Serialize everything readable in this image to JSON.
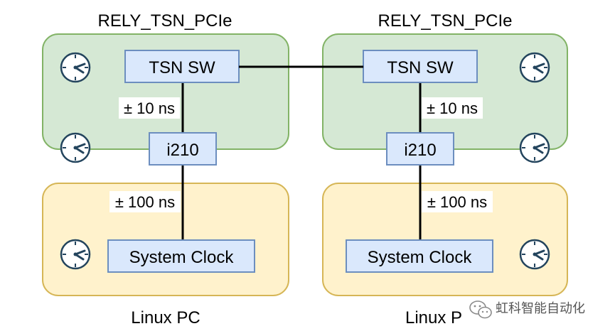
{
  "colors": {
    "green_fill": "#d5e8d4",
    "green_stroke": "#82b366",
    "yellow_fill": "#fff2cc",
    "yellow_stroke": "#d6b656",
    "box_fill": "#dae8fc",
    "box_stroke": "#6c8ebf",
    "clock_color": "#23445d"
  },
  "left": {
    "card_title": "RELY_TSN_PCIe",
    "switch_label": "TSN SW",
    "nic_label": "i210",
    "switch_nic_latency": "± 10 ns",
    "nic_clock_latency": "± 100 ns",
    "system_clock_label": "System Clock",
    "pc_label": "Linux PC"
  },
  "right": {
    "card_title": "RELY_TSN_PCIe",
    "switch_label": "TSN SW",
    "nic_label": "i210",
    "switch_nic_latency": "± 10 ns",
    "nic_clock_latency": "± 100 ns",
    "system_clock_label": "System Clock",
    "pc_label": "Linux P"
  },
  "watermark": {
    "text": "虹科智能自动化",
    "icon": "wechat-icon"
  }
}
